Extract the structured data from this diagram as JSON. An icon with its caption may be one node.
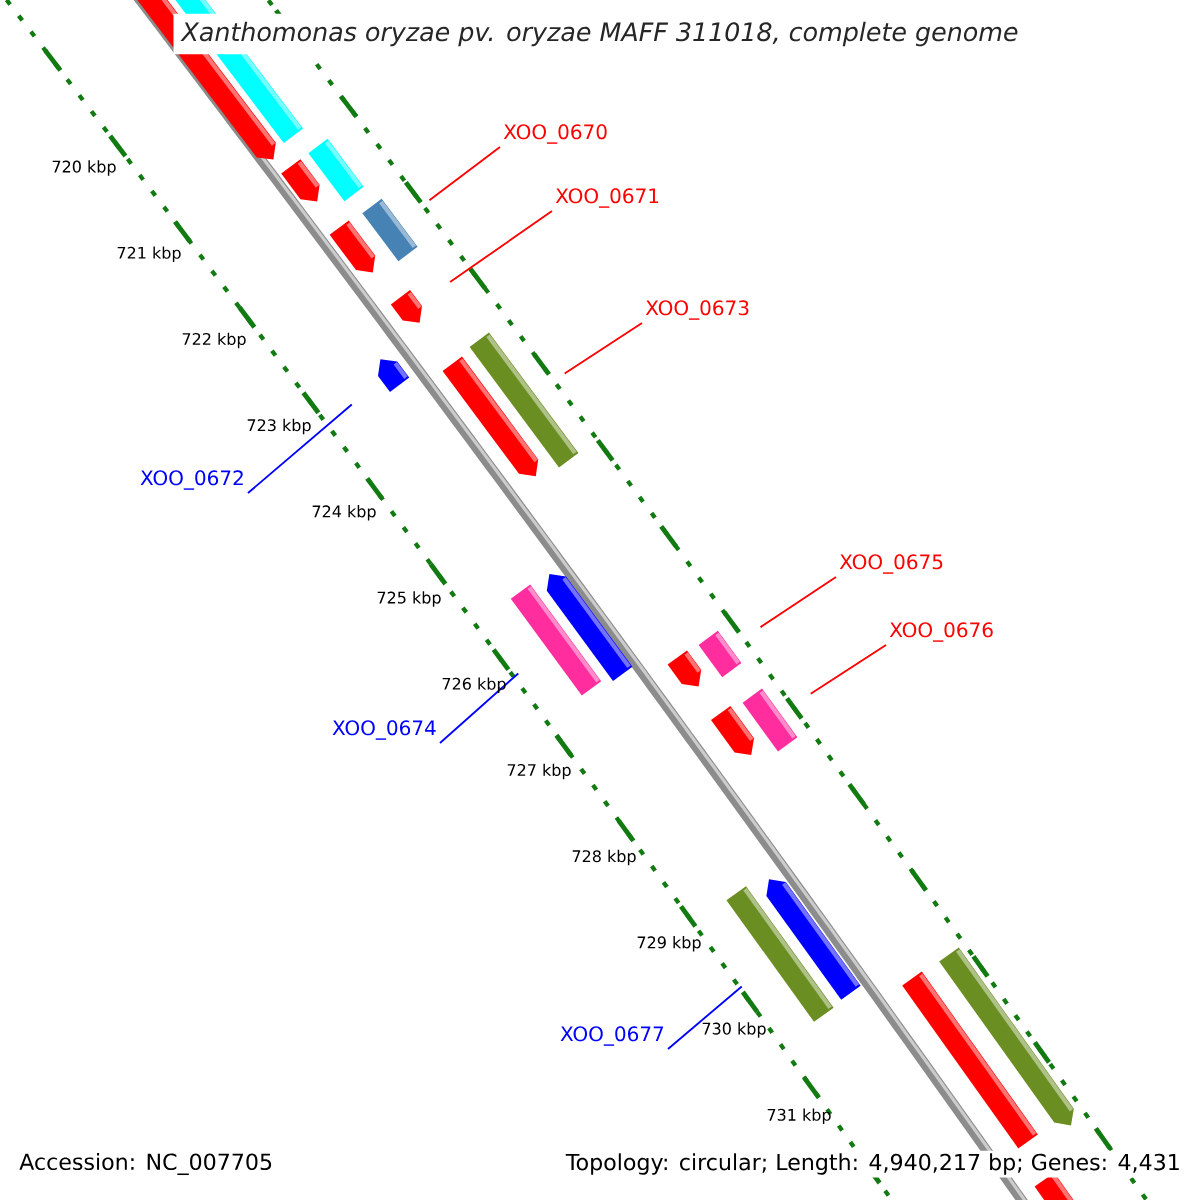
{
  "diagram": {
    "title": "Xanthomonas oryzae pv. oryzae MAFF 311018, complete genome",
    "nodes": [
      {
        "text": [
          "XOO_0670"
        ]
      },
      {
        "text": [],
        "shape": "bar"
      },
      {
        "text": [
          "XOO_0671"
        ]
      },
      {
        "text": [],
        "shape": "arrow"
      },
      {
        "text": [
          "XOO_0673"
        ]
      },
      {
        "text": [],
        "shape": "bar"
      },
      {
        "text": [
          "XOO_0672"
        ]
      },
      {
        "text": [],
        "shape": "arrow"
      },
      {
        "text": [
          "XOO_0675"
        ]
      },
      {
        "text": [],
        "shape": "bar"
      },
      {
        "text": [
          "XOO_0676"
        ]
      },
      {
        "text": [],
        "shape": "bar"
      },
      {
        "text": [
          "XOO_0674"
        ]
      },
      {
        "text": [],
        "shape": "bar"
      },
      {
        "text": [
          "XOO_0677"
        ]
      },
      {
        "text": [],
        "shape": "bar"
      },
      {
        "text": [],
        "shape": "arrow"
      },
      {
        "text": [],
        "shape": "bar"
      },
      {
        "text": [],
        "shape": "bar"
      },
      {
        "text": [],
        "shape": "arrow"
      },
      {
        "text": [],
        "shape": "arrow"
      },
      {
        "text": [],
        "shape": "arrow"
      },
      {
        "text": [],
        "shape": "arrow"
      },
      {
        "text": [],
        "shape": "arrow"
      },
      {
        "text": [],
        "shape": "arrow"
      },
      {
        "text": [],
        "shape": "arrow"
      },
      {
        "text": [],
        "shape": "bar"
      },
      {
        "text": [],
        "shape": "arrow"
      },
      {
        "text": [],
        "shape": "bar"
      }
    ],
    "edges": [
      {
        "from": 0,
        "to": 1,
        "arrow": "none"
      },
      {
        "from": 2,
        "to": 3,
        "arrow": "none"
      },
      {
        "from": 4,
        "to": 5,
        "arrow": "none"
      },
      {
        "from": 6,
        "to": 7,
        "arrow": "none",
        "color": "#0000ff"
      },
      {
        "from": 8,
        "to": 9,
        "arrow": "none"
      },
      {
        "from": 10,
        "to": 11,
        "arrow": "none"
      },
      {
        "from": 12,
        "to": 13,
        "arrow": "none",
        "color": "#0000ff"
      },
      {
        "from": 14,
        "to": 15,
        "arrow": "none",
        "color": "#0000ff"
      }
    ],
    "labels": [
      "720 kbp",
      "721 kbp",
      "722 kbp",
      "723 kbp",
      "724 kbp",
      "725 kbp",
      "726 kbp",
      "727 kbp",
      "728 kbp",
      "729 kbp",
      "730 kbp",
      "731 kbp",
      "Accession: NC_007705",
      "Topology: circular; Length: 4,940,217 bp; Genes: 4,431"
    ]
  }
}
